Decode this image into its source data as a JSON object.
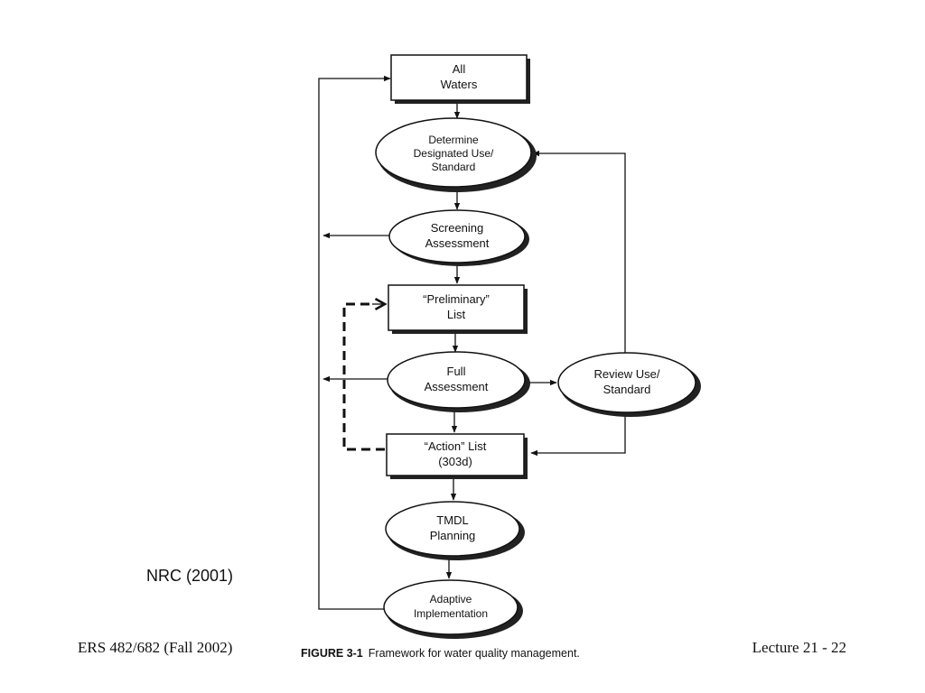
{
  "figure": {
    "nodes": {
      "all_waters": [
        "All",
        "Waters"
      ],
      "designated_use": [
        "Determine",
        "Designated Use/",
        "Standard"
      ],
      "screening": [
        "Screening",
        "Assessment"
      ],
      "preliminary": [
        "“Preliminary”",
        "List"
      ],
      "full_assessment": [
        "Full",
        "Assessment"
      ],
      "review_use": [
        "Review Use/",
        "Standard"
      ],
      "action_list": [
        "“Action” List",
        "(303d)"
      ],
      "tmdl": [
        "TMDL",
        "Planning"
      ],
      "adaptive": [
        "Adaptive",
        "Implementation"
      ]
    },
    "caption_label": "FIGURE 3-1",
    "caption_text": "Framework for water quality management."
  },
  "citation": "NRC (2001)",
  "footer": {
    "left": "ERS 482/682 (Fall 2002)",
    "right": "Lecture 21 - 22"
  }
}
